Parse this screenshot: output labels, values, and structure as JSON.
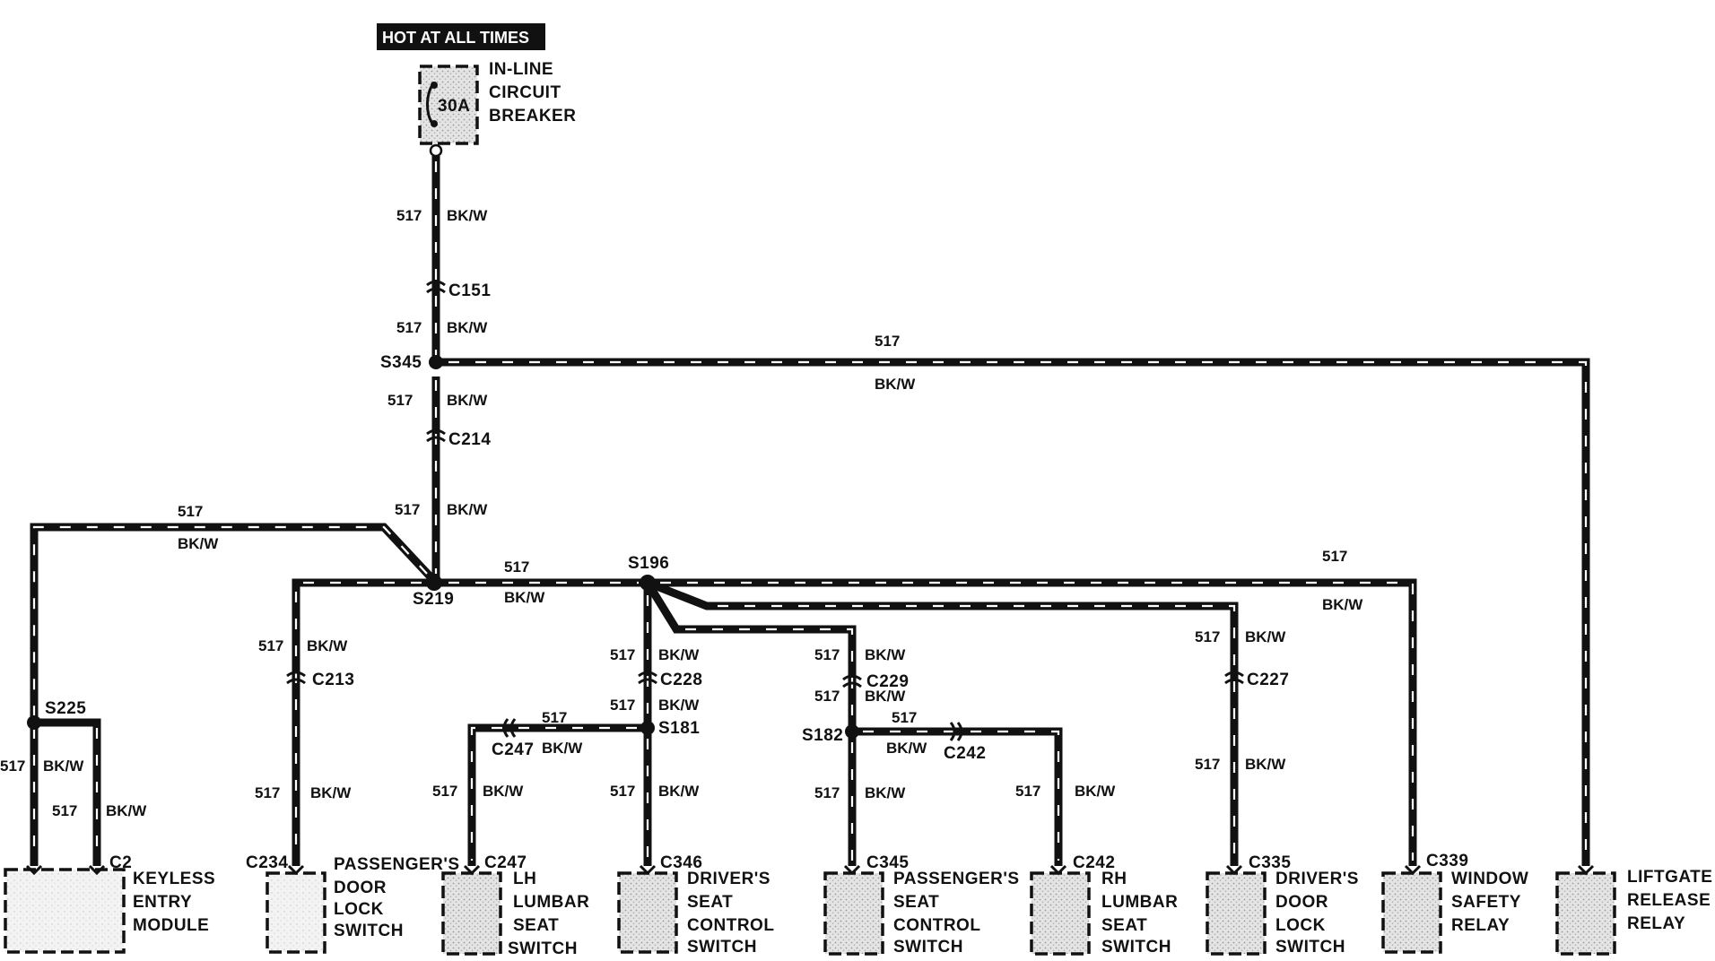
{
  "power": {
    "hot_label": "HOT AT ALL TIMES",
    "breaker_rating": "30A",
    "breaker_name_line1": "IN-LINE",
    "breaker_name_line2": "CIRCUIT",
    "breaker_name_line3": "BREAKER"
  },
  "wire": {
    "circuit": "517",
    "color": "BK/W"
  },
  "splices": {
    "s345": "S345",
    "s219": "S219",
    "s196": "S196",
    "s225": "S225",
    "s181": "S181",
    "s182": "S182"
  },
  "connectors": {
    "c151": "C151",
    "c214": "C214",
    "c213": "C213",
    "c228": "C228",
    "c229": "C229",
    "c227": "C227",
    "c247_inline": "C247",
    "c242_inline": "C242",
    "c2": "C2",
    "c234": "C234",
    "c247": "C247",
    "c346": "C346",
    "c345": "C345",
    "c242": "C242",
    "c335": "C335",
    "c339": "C339"
  },
  "components": {
    "keyless": [
      "KEYLESS",
      "ENTRY",
      "MODULE"
    ],
    "pass_door_lock": [
      "PASSENGER'S",
      "DOOR",
      "LOCK",
      "SWITCH"
    ],
    "lh_lumbar": [
      "LH",
      "LUMBAR",
      "SEAT",
      "SWITCH"
    ],
    "driver_seat": [
      "DRIVER'S",
      "SEAT",
      "CONTROL",
      "SWITCH"
    ],
    "pass_seat": [
      "PASSENGER'S",
      "SEAT",
      "CONTROL",
      "SWITCH"
    ],
    "rh_lumbar": [
      "RH",
      "LUMBAR",
      "SEAT",
      "SWITCH"
    ],
    "driver_door_lock": [
      "DRIVER'S",
      "DOOR",
      "LOCK",
      "SWITCH"
    ],
    "window_relay": [
      "WINDOW",
      "SAFETY",
      "RELAY"
    ],
    "liftgate_relay": [
      "LIFTGATE",
      "RELEASE",
      "RELAY"
    ]
  }
}
